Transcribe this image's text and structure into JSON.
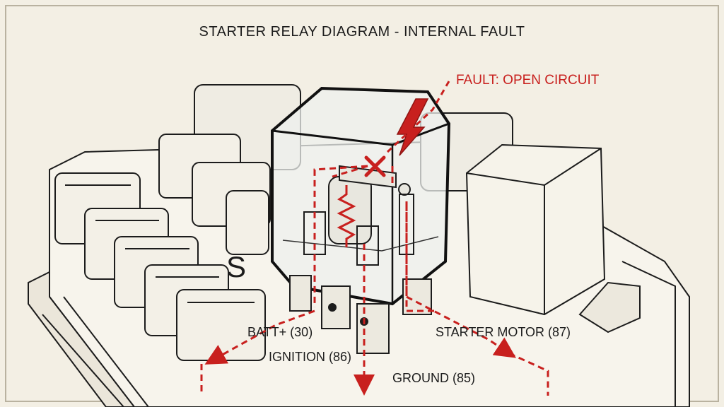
{
  "title": "STARTER RELAY DIAGRAM - INTERNAL FAULT",
  "fault_label": "FAULT: OPEN CIRCUIT",
  "terminals": {
    "batt": "BATT+ (30)",
    "ignition": "IGNITION (86)",
    "ground": "GROUND (85)",
    "starter": "STARTER MOTOR (87)"
  },
  "colors": {
    "fault_red": "#c8201e",
    "ink": "#1c1c1c",
    "paper": "#f3efe4"
  },
  "icons": {
    "fault_marker": "x-mark-icon",
    "lightning": "lightning-bolt-icon",
    "coil": "resistor-coil-icon"
  }
}
